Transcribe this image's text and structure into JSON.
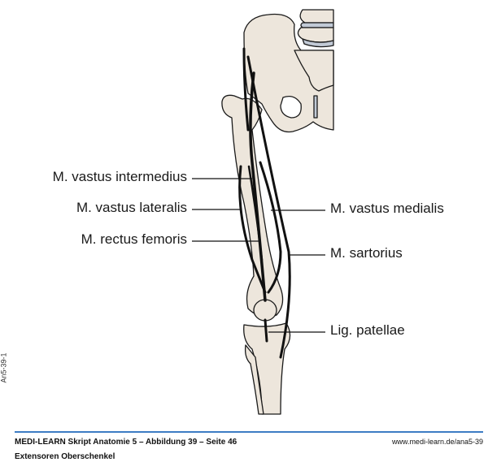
{
  "labels": {
    "vastus_intermedius": "M. vastus intermedius",
    "vastus_lateralis": "M. vastus lateralis",
    "rectus_femoris": "M. rectus femoris",
    "vastus_medialis": "M. vastus medialis",
    "sartorius": "M. sartorius",
    "lig_patellae": "Lig. patellae"
  },
  "side_code": "An5-39-1",
  "footer": {
    "title": "MEDI-LEARN Skript Anatomie 5 – Abbildung 39 – Seite 46",
    "subtitle": "Extensoren Oberschenkel",
    "url": "www.medi-learn.de/ana5-39"
  },
  "colors": {
    "bone": "#ede6dc",
    "disc": "#c2cad6",
    "rule": "#3d7cc4"
  }
}
